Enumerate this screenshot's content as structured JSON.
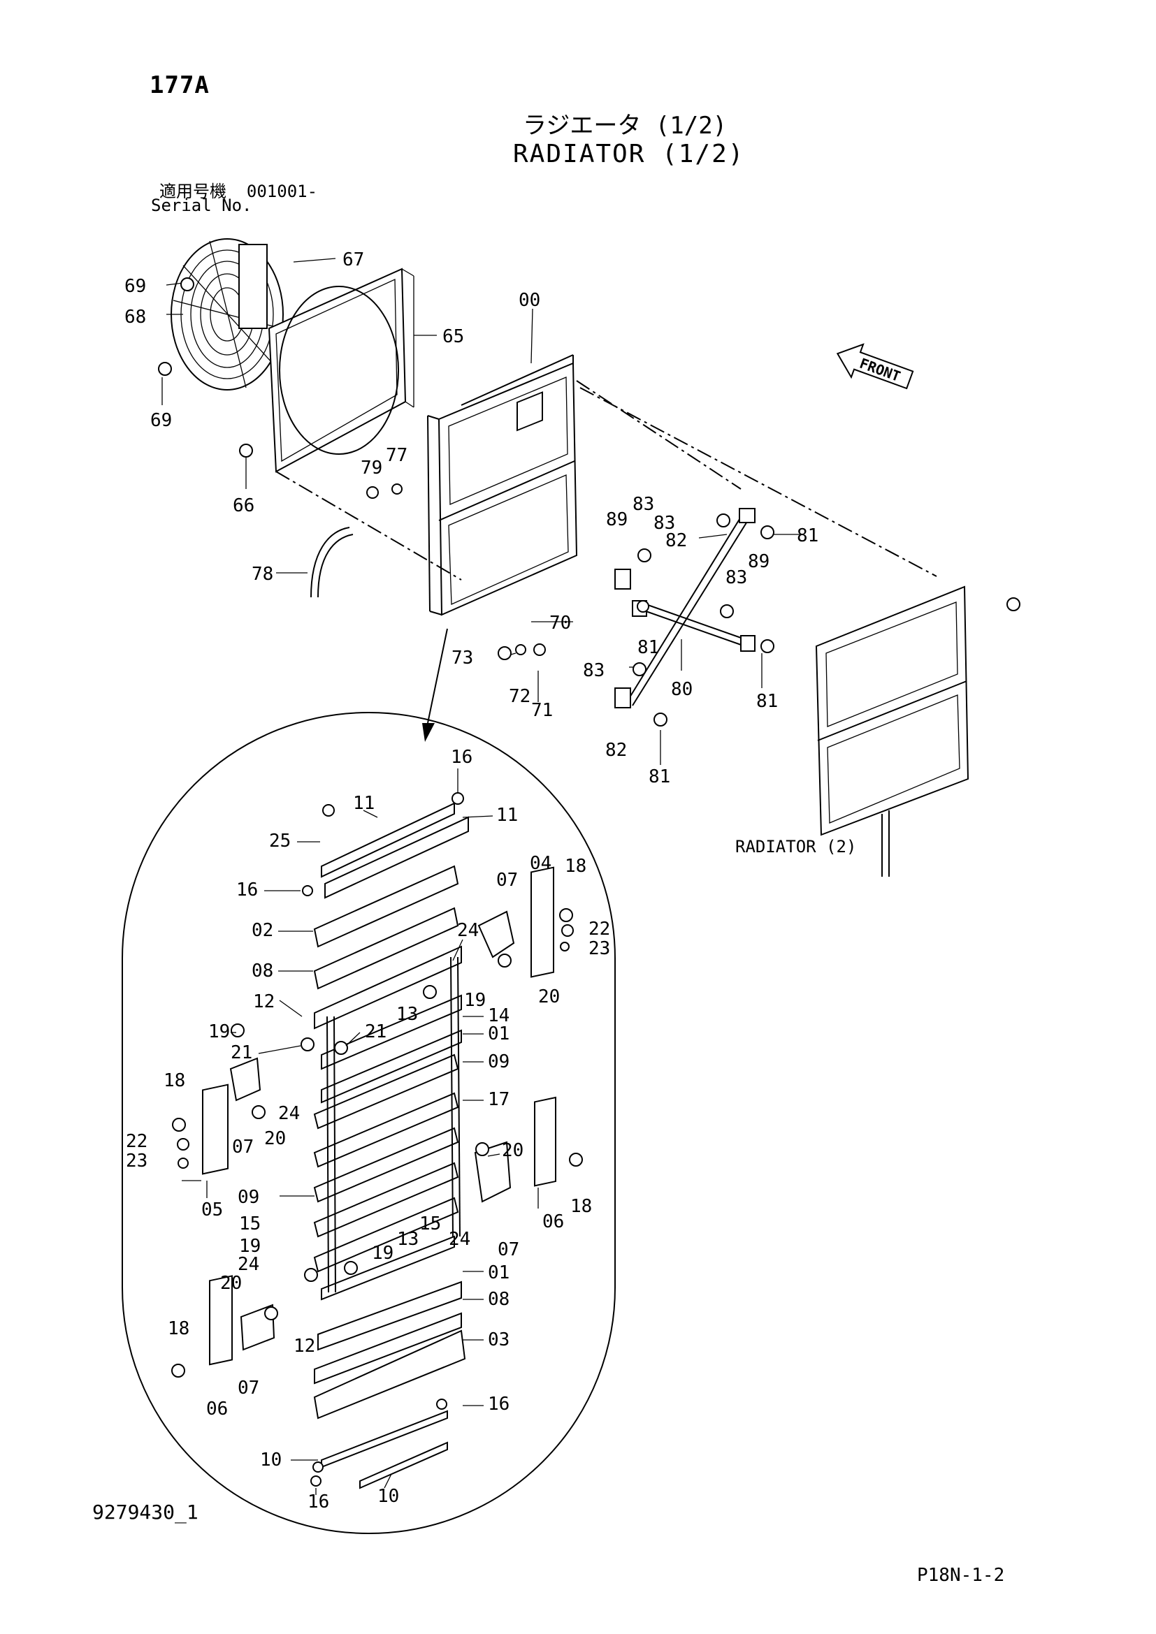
{
  "header": {
    "page_code": "177A",
    "title_jp": "ラジエータ (1/2)",
    "title_en": "RADIATOR (1/2)",
    "serial_label_jp": "適用号機",
    "serial_range": "001001-",
    "serial_label_en": "Serial No."
  },
  "diagram": {
    "front_label": "FRONT",
    "radiator2_label": "RADIATOR (2)",
    "callouts": [
      "69",
      "67",
      "68",
      "65",
      "69",
      "00",
      "66",
      "79",
      "77",
      "78",
      "89",
      "83",
      "83",
      "82",
      "81",
      "83",
      "89",
      "81",
      "70",
      "73",
      "72",
      "71",
      "80",
      "83",
      "81",
      "82",
      "81",
      "16",
      "11",
      "11",
      "25",
      "16",
      "02",
      "08",
      "24",
      "19",
      "12",
      "13",
      "14",
      "01",
      "19",
      "21",
      "21",
      "09",
      "07",
      "04",
      "18",
      "22",
      "23",
      "20",
      "18",
      "07",
      "20",
      "24",
      "22",
      "23",
      "05",
      "17",
      "20",
      "18",
      "06",
      "09",
      "15",
      "15",
      "24",
      "07",
      "19",
      "19",
      "13",
      "01",
      "24",
      "20",
      "12",
      "08",
      "18",
      "03",
      "06",
      "07",
      "16",
      "10",
      "10",
      "16"
    ]
  },
  "footer": {
    "drawing_no": "9279430_1",
    "sheet_no": "P18N-1-2"
  }
}
